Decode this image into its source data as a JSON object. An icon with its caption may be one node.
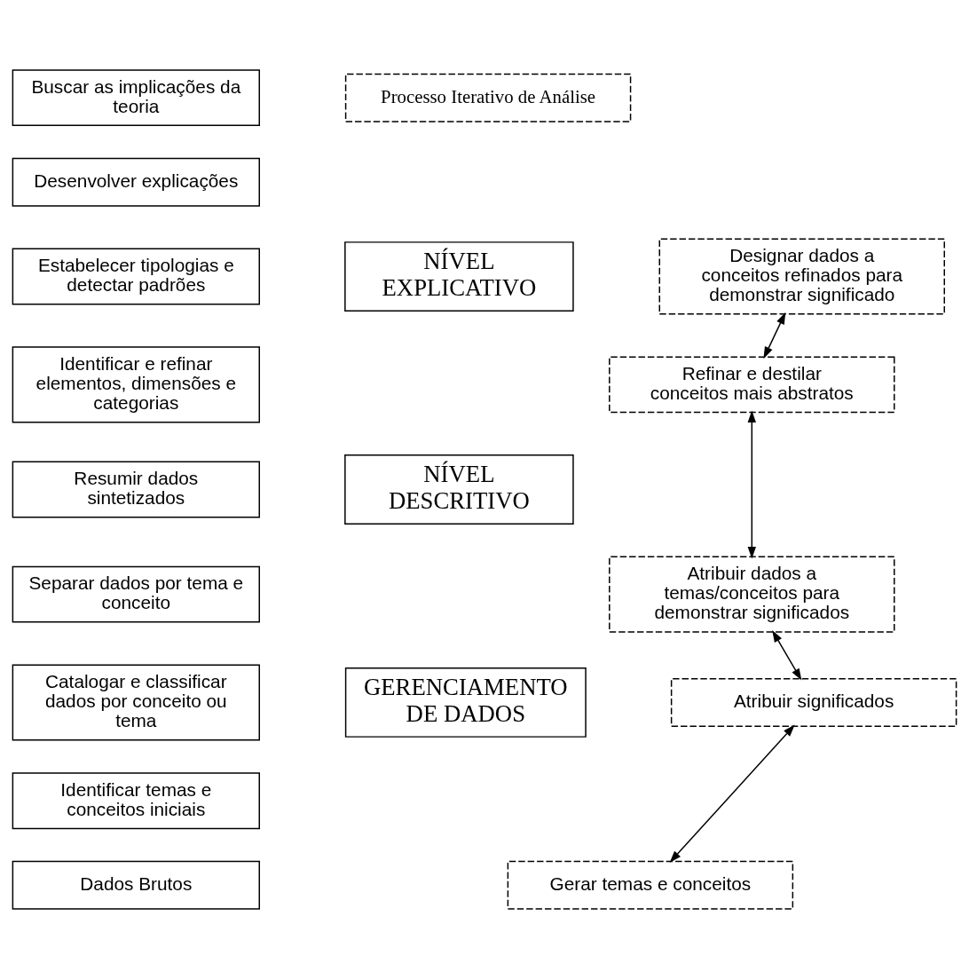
{
  "diagram": {
    "nodes": [
      {
        "text": [
          "Buscar as implicações da teoria"
        ]
      },
      {
        "text": [
          "Desenvolver explicações"
        ]
      },
      {
        "text": [
          "Estabelecer tipologias e detectar padrões"
        ]
      },
      {
        "text": [
          "Identificar e refinar elementos, dimensões e categorias"
        ]
      },
      {
        "text": [
          "Resumir dados sintetizados"
        ]
      },
      {
        "text": [
          "Separar dados por tema e conceito"
        ]
      },
      {
        "text": [
          "Catalogar e classificar dados por conceito ou tema"
        ]
      },
      {
        "text": [
          "Identificar temas e conceitos iniciais"
        ]
      },
      {
        "text": [
          "Dados Brutos"
        ]
      },
      {
        "text": [
          "NÍVEL EXPLICATIVO"
        ]
      },
      {
        "text": [
          "NÍVEL DESCRITIVO"
        ]
      },
      {
        "text": [
          "GERENCIAMENTO DE DADOS"
        ]
      },
      {
        "text": [
          "Processo Iterativo de Análise"
        ]
      },
      {
        "text": [
          "Designar dados a conceitos refinados para demonstrar significado"
        ]
      },
      {
        "text": [
          "Refinar e destilar conceitos mais abstratos"
        ]
      },
      {
        "text": [
          "Atribuir dados a temas/conceitos para demonstrar significados"
        ]
      },
      {
        "text": [
          "Atribuir significados"
        ]
      },
      {
        "text": [
          "Gerar temas e conceitos"
        ]
      }
    ],
    "edges": [
      {
        "from": 13,
        "to": 14,
        "arrow": "both"
      },
      {
        "from": 14,
        "to": 15,
        "arrow": "both"
      },
      {
        "from": 15,
        "to": 16,
        "arrow": "both"
      },
      {
        "from": 16,
        "to": 17,
        "arrow": "both"
      }
    ]
  }
}
